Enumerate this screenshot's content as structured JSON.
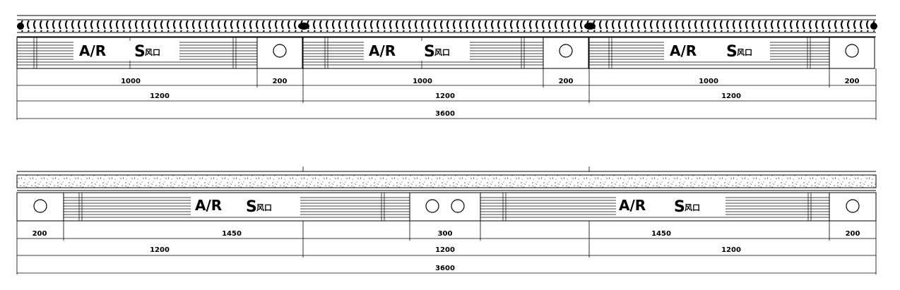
{
  "top_panel": {
    "segments": [
      {
        "label_ar": "A/R",
        "label_s": "S",
        "label_cn": "风口",
        "dim_slot": "1000",
        "dim_light": "200",
        "dim_total": "1200"
      },
      {
        "label_ar": "A/R",
        "label_s": "S",
        "label_cn": "风口",
        "dim_slot": "1000",
        "dim_light": "200",
        "dim_total": "1200"
      },
      {
        "label_ar": "A/R",
        "label_s": "S",
        "label_cn": "风口",
        "dim_slot": "1000",
        "dim_light": "200",
        "dim_total": "1200"
      }
    ],
    "overall": "3600"
  },
  "bottom_panel": {
    "left_light": "200",
    "left_slot_label_ar": "A/R",
    "left_slot_label_s": "S",
    "left_slot_label_cn": "风口",
    "left_slot_dim": "1450",
    "left_total": "1200",
    "middle_lights": "300",
    "middle_total": "1200",
    "right_slot_label_ar": "A/R",
    "right_slot_label_s": "S",
    "right_slot_label_cn": "风口",
    "right_slot_dim": "1450",
    "right_light": "200",
    "right_total": "1200",
    "overall": "3600"
  }
}
